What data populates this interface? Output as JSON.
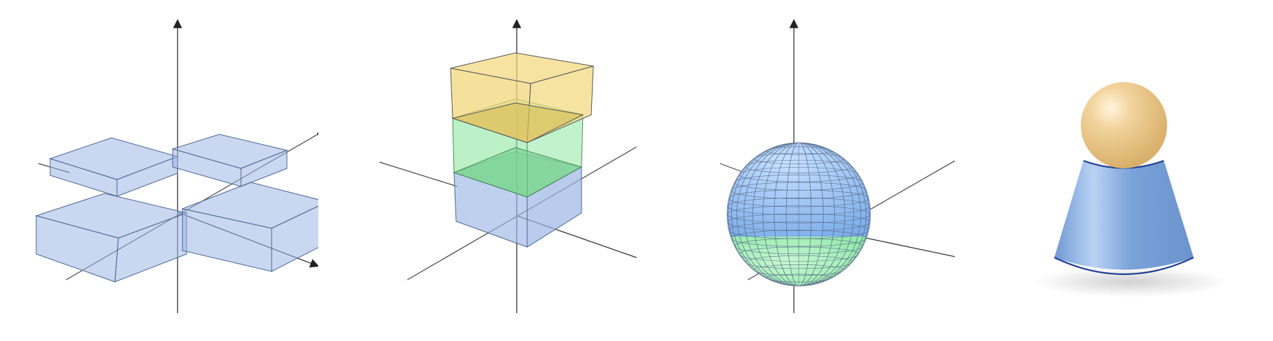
{
  "figure": {
    "panels": [
      {
        "id": "cross-boxes",
        "shape": "two intersecting rectangular boxes (cross)",
        "color": "#9db7e6"
      },
      {
        "id": "stacked-layers",
        "shape": "rectangular prism with three stacked layers",
        "layers": [
          {
            "position": "top",
            "color": "#f2d77a"
          },
          {
            "position": "middle",
            "color": "#8fe8a3"
          },
          {
            "position": "bottom",
            "color": "#9db7e6"
          }
        ]
      },
      {
        "id": "sphere",
        "shape": "meshed sphere split at equator",
        "upper_color": "#8db9ef",
        "lower_color": "#90eca6"
      },
      {
        "id": "cone-sphere",
        "shape": "cone topped with a sphere",
        "cone_color": "#7aa3d9",
        "sphere_color": "#ecc98a"
      }
    ],
    "axis_color": "#333333"
  }
}
